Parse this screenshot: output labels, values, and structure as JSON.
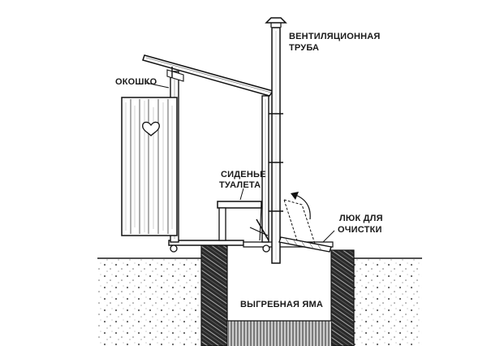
{
  "labels": {
    "window": "ОКОШКО",
    "vent_line1": "ВЕНТИЛЯЦИОННАЯ",
    "vent_line2": "ТРУБА",
    "seat_line1": "СИДЕНЬЕ",
    "seat_line2": "ТУАЛЕТА",
    "hatch_line1": "ЛЮК ДЛЯ",
    "hatch_line2": "ОЧИСТКИ",
    "pit": "ВЫГРЕБНАЯ ЯМА"
  },
  "icons": {
    "door_cutout": "heart-icon"
  },
  "colors": {
    "ink": "#1a1a1a",
    "background": "#ffffff"
  }
}
